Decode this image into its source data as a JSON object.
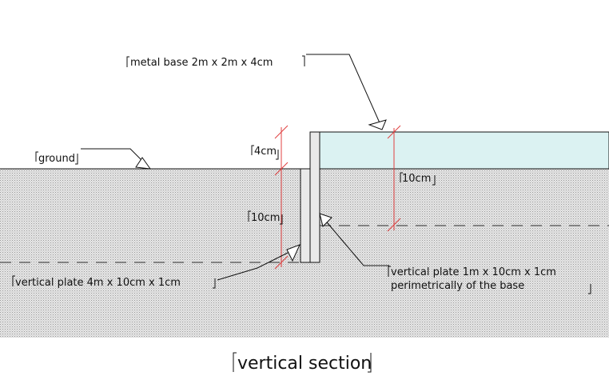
{
  "labels": {
    "metal_base": "metal base 2m x 2m x 4cm",
    "ground": "ground",
    "dim_4cm": "4cm",
    "dim_10cm_left": "10cm",
    "dim_10cm_right": "10cm",
    "plate_4m": "vertical plate 4m x 10cm x 1cm",
    "plate_1m_line1": "vertical plate 1m x 10cm x 1cm",
    "plate_1m_line2": "perimetrically of the base",
    "section_title": "vertical section"
  },
  "colors": {
    "soil": "#dcdcdc",
    "base_fill": "#dbf2f2",
    "dimension_line": "#e04040",
    "line": "#111111"
  }
}
